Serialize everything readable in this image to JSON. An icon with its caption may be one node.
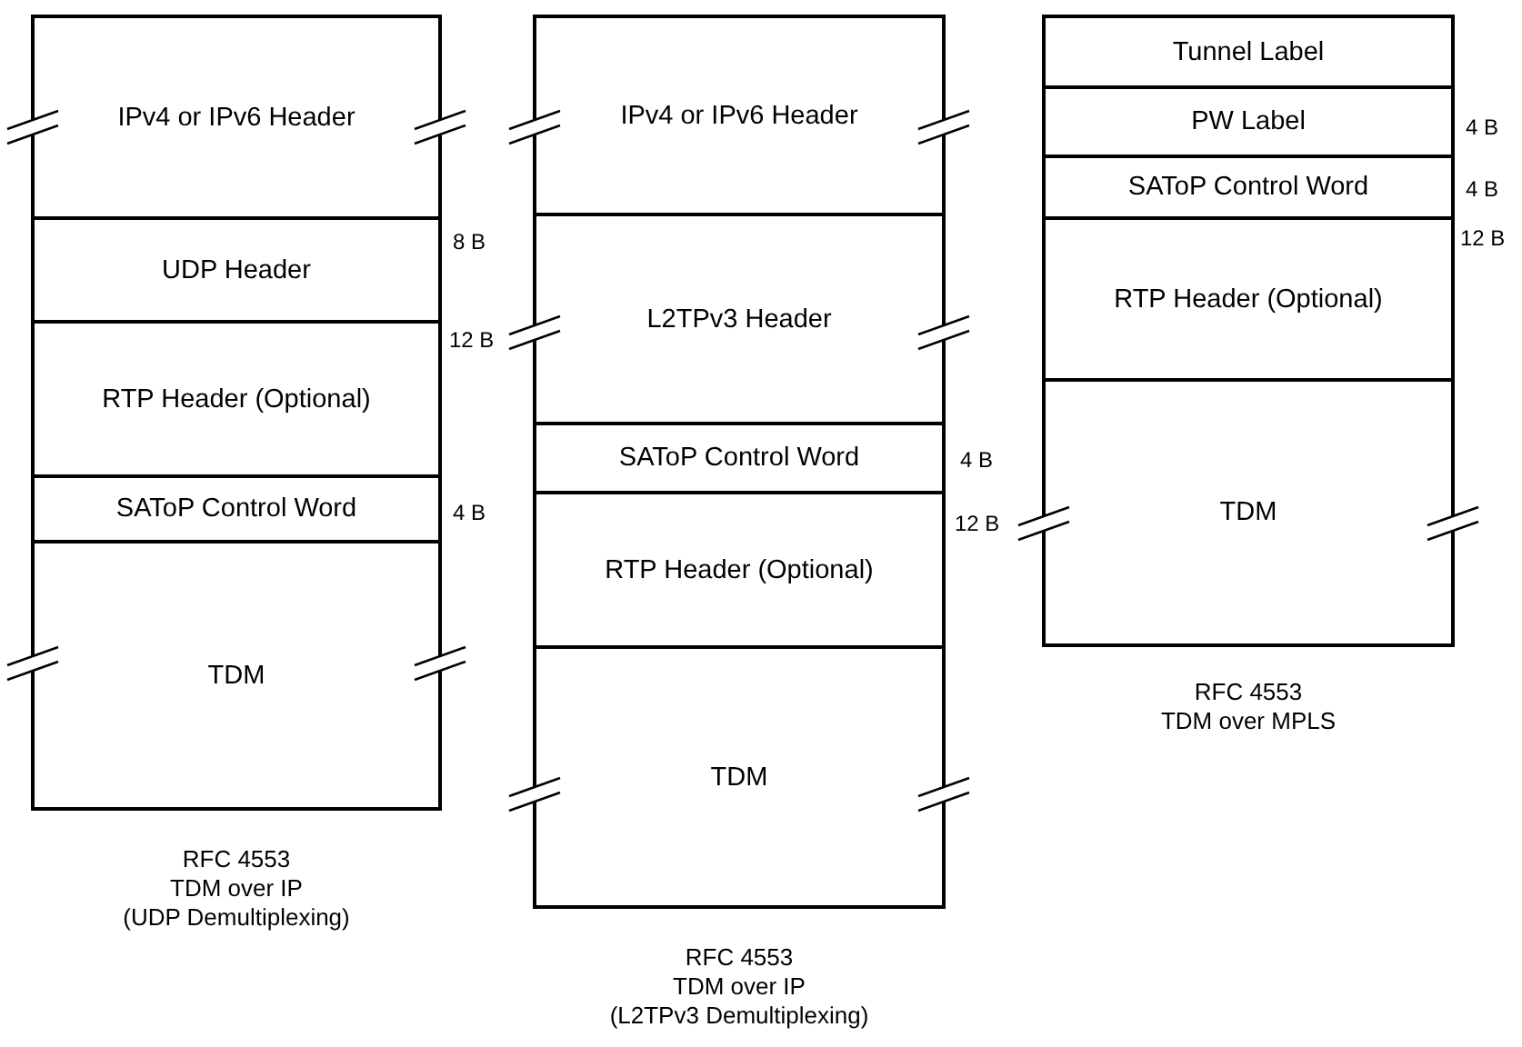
{
  "diagram": {
    "nodes": [
      {
        "text": [
          "RFC 4553 TDM over IP (UDP Demultiplexing)"
        ]
      },
      {
        "text": [
          "IPv4 or IPv6 Header"
        ],
        "in": 0
      },
      {
        "text": [
          "UDP Header"
        ],
        "in": 0
      },
      {
        "text": [
          "RTP Header (Optional)"
        ],
        "in": 0
      },
      {
        "text": [
          "SAToP Control Word"
        ],
        "in": 0
      },
      {
        "text": [
          "TDM"
        ],
        "in": 0
      },
      {
        "text": [
          "RFC 4553 TDM over IP (L2TPv3 Demultiplexing)"
        ]
      },
      {
        "text": [
          "IPv4 or IPv6 Header"
        ],
        "in": 6
      },
      {
        "text": [
          "L2TPv3 Header"
        ],
        "in": 6
      },
      {
        "text": [
          "SAToP Control Word"
        ],
        "in": 6
      },
      {
        "text": [
          "RTP Header (Optional)"
        ],
        "in": 6
      },
      {
        "text": [
          "TDM"
        ],
        "in": 6
      },
      {
        "text": [
          "RFC 4553 TDM over MPLS"
        ]
      },
      {
        "text": [
          "Tunnel Label"
        ],
        "in": 12
      },
      {
        "text": [
          "PW Label"
        ],
        "in": 12
      },
      {
        "text": [
          "SAToP Control Word"
        ],
        "in": 12
      },
      {
        "text": [
          "RTP Header (Optional)"
        ],
        "in": 12
      },
      {
        "text": [
          "TDM"
        ],
        "in": 12
      }
    ],
    "labels": [
      "8 B",
      "12 B",
      "4 B",
      "4 B",
      "12 B",
      "4 B",
      "4 B",
      "12 B"
    ]
  }
}
